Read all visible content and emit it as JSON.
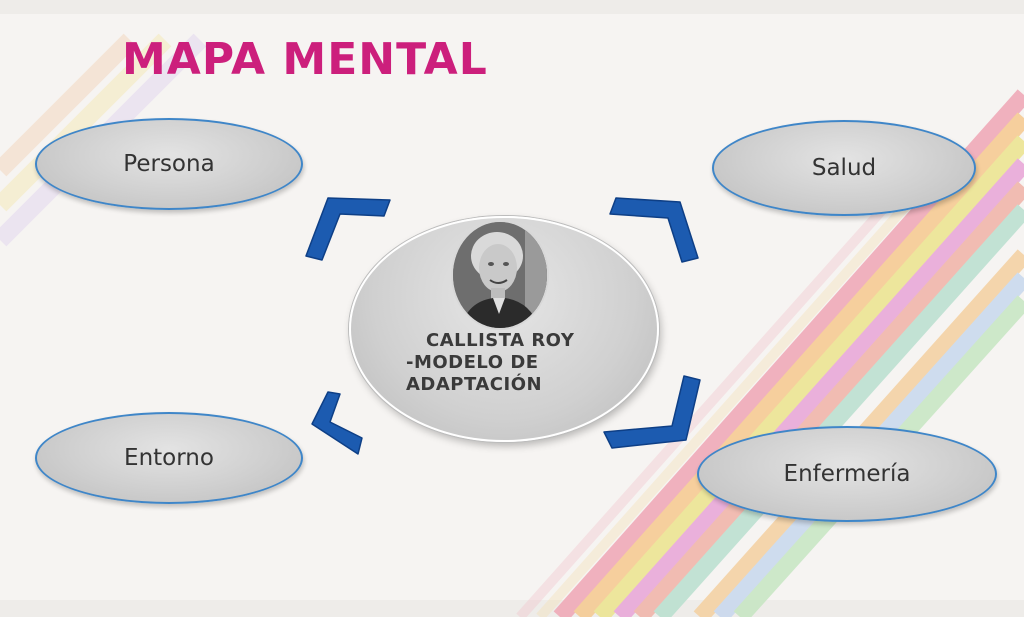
{
  "title": "MAPA MENTAL",
  "center": {
    "line1": "CALLISTA ROY",
    "line2": "-MODELO DE",
    "line3": "ADAPTACIÓN",
    "portrait_icon": "woman-portrait-photo"
  },
  "nodes": {
    "persona": "Persona",
    "salud": "Salud",
    "entorno": "Entorno",
    "enfermeria": "Enfermería"
  },
  "colors": {
    "title": "#cc1f7c",
    "node_border": "#3f86c8",
    "node_fill": "#cfcfcf",
    "arrow": "#1c5bb0",
    "stripes": [
      "#f0a6b5",
      "#f6c98f",
      "#ece48e",
      "#e9a5d8",
      "#b9e0cf",
      "#f1b3a8"
    ]
  }
}
